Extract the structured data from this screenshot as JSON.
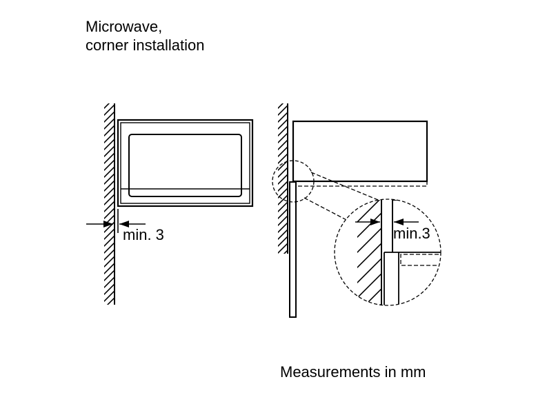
{
  "title": {
    "line1": "Microwave,",
    "line2": "corner installation"
  },
  "labels": {
    "gap_front": "min. 3",
    "gap_detail": "min.3"
  },
  "footnote": "Measurements in mm",
  "colors": {
    "ink": "#000000",
    "background": "#ffffff"
  }
}
